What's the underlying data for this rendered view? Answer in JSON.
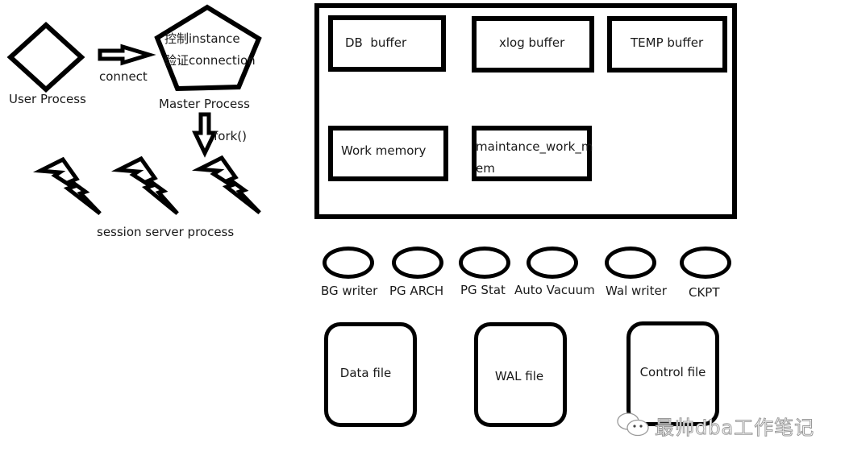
{
  "left": {
    "user_process": "User Process",
    "connect": "connect",
    "master_text_1": "控制instance",
    "master_text_2": "验证connection",
    "master_process": "Master Process",
    "fork": "fork()",
    "session_server": "session server process"
  },
  "shared_memory": {
    "db_buffer": "DB  buffer",
    "xlog_buffer": "xlog buffer",
    "temp_buffer": "TEMP buffer",
    "work_memory": "Work memory",
    "maint_line1": "maintance_work_m",
    "maint_line2": "em"
  },
  "background_processes": [
    {
      "label": "BG writer"
    },
    {
      "label": "PG ARCH"
    },
    {
      "label": "PG Stat"
    },
    {
      "label": "Auto Vacuum"
    },
    {
      "label": "Wal writer"
    },
    {
      "label": "CKPT"
    }
  ],
  "files": {
    "data_file": "Data file",
    "wal_file": "WAL file",
    "control_file": "Control file"
  },
  "watermark": "最帅dba工作笔记"
}
